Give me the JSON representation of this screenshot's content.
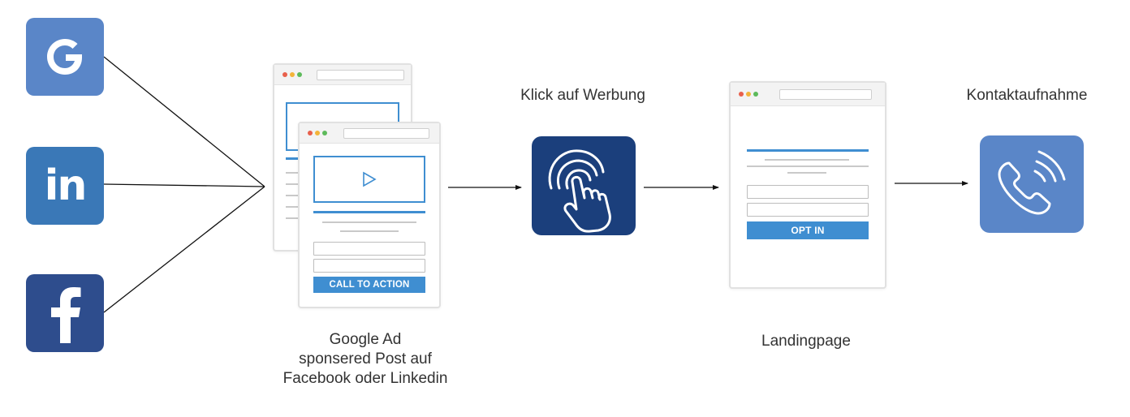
{
  "sources": [
    {
      "name": "Google",
      "icon": "google-icon",
      "color": "#5a86c8",
      "glyph": "G"
    },
    {
      "name": "LinkedIn",
      "icon": "linkedin-icon",
      "color": "#3a78b7",
      "glyph": "in"
    },
    {
      "name": "Facebook",
      "icon": "facebook-icon",
      "color": "#2e4d8d",
      "glyph": "f"
    }
  ],
  "ad": {
    "cta_label": "CALL TO ACTION",
    "caption_line1": "Google Ad",
    "caption_line2": "sponsered Post auf",
    "caption_line3": "Facebook oder Linkedin"
  },
  "click": {
    "label": "Klick auf Werbung",
    "icon": "touch-hand-icon",
    "color": "#1b3f7c"
  },
  "landing": {
    "optin_label": "OPT IN",
    "caption": "Landingpage"
  },
  "contact": {
    "label": "Kontaktaufnahme",
    "icon": "phone-call-icon",
    "color": "#5a86c8"
  },
  "colors": {
    "accent_blue": "#3f8ed1",
    "line": "#111111"
  }
}
